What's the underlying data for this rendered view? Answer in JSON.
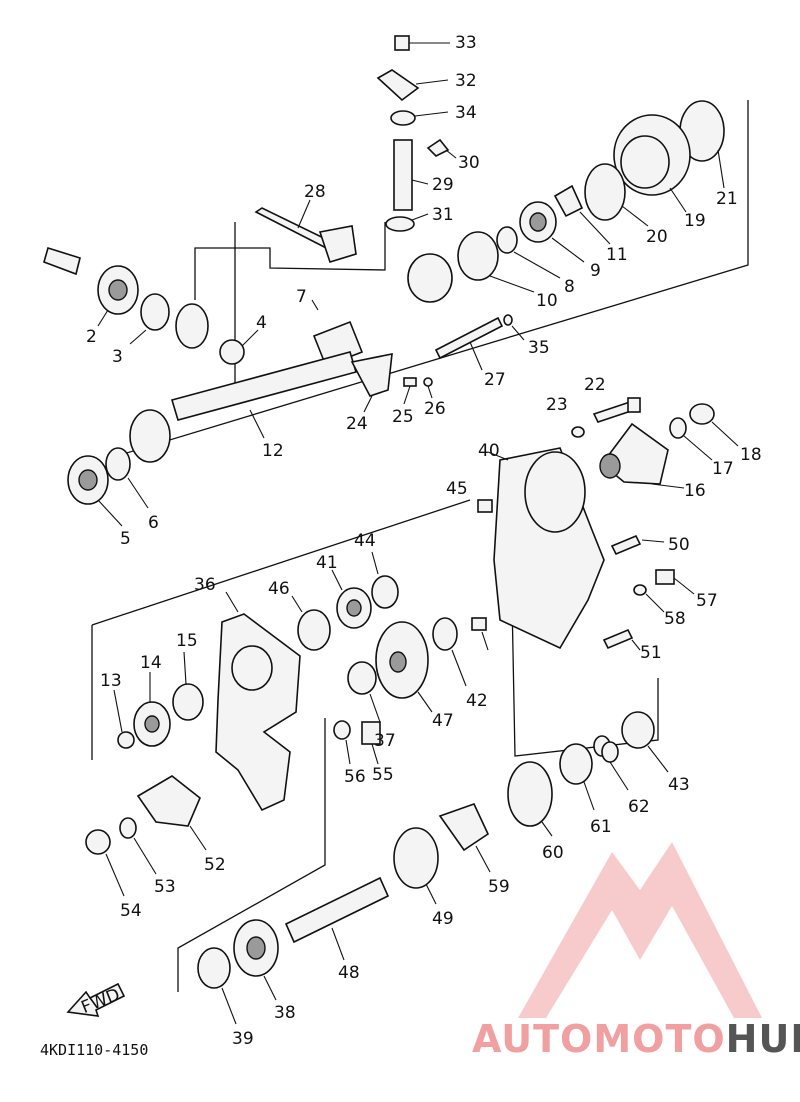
{
  "diagram": {
    "drawing_code": "4KDI110-4150",
    "fwd_label": "FWD",
    "callouts": [
      "33",
      "32",
      "34",
      "30",
      "29",
      "31",
      "28",
      "21",
      "19",
      "20",
      "11",
      "9",
      "8",
      "10",
      "35",
      "27",
      "7",
      "4",
      "2",
      "3",
      "12",
      "24",
      "25",
      "26",
      "5",
      "6",
      "22",
      "23",
      "18",
      "17",
      "16",
      "40",
      "45",
      "50",
      "57",
      "58",
      "51",
      "44",
      "41",
      "46",
      "36",
      "14",
      "15",
      "13",
      "47",
      "42",
      "37",
      "56",
      "55",
      "43",
      "62",
      "61",
      "60",
      "59",
      "49",
      "52",
      "53",
      "54",
      "48",
      "39",
      "38"
    ]
  },
  "watermark": {
    "part1": "AUTOMOTO",
    "part2": "HUB",
    "color_primary": "#f0a0a0",
    "color_secondary": "#555555"
  }
}
